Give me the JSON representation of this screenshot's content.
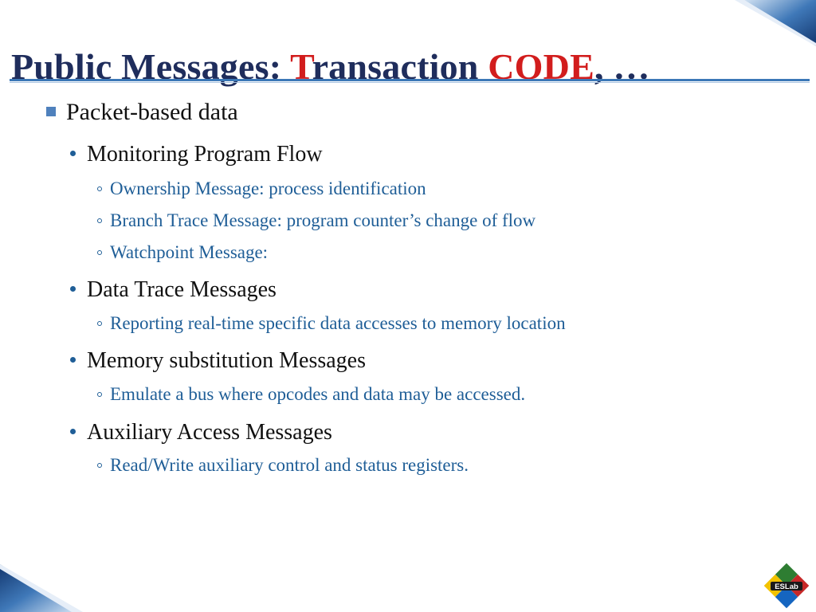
{
  "slide": {
    "title": {
      "part1": "Public Messages: ",
      "red1": "T",
      "part2": "ransaction ",
      "red2": "CODE",
      "part3": ", …"
    },
    "bullets": {
      "b1": "Packet-based data",
      "b1_1": "Monitoring Program Flow",
      "b1_1_1": "Ownership Message: process identification",
      "b1_1_2": "Branch Trace Message: program counter’s change of flow",
      "b1_1_3": "Watchpoint Message:",
      "b1_2": "Data Trace Messages",
      "b1_2_1": "Reporting real-time specific data accesses to memory location",
      "b1_3": "Memory substitution Messages",
      "b1_3_1": "Emulate a bus where opcodes and data may be accessed.",
      "b1_4": "Auxiliary Access Messages",
      "b1_4_1": "Read/Write auxiliary control and status registers."
    },
    "logo": {
      "text": "ESLab",
      "colors": [
        "#2e7d32",
        "#f2c200",
        "#c62828",
        "#1565c0"
      ]
    },
    "colors": {
      "title": "#1f2d5c",
      "title_accent": "#d21d1d",
      "level3_text": "#1f5e97",
      "rule": "#3c78b7"
    }
  }
}
